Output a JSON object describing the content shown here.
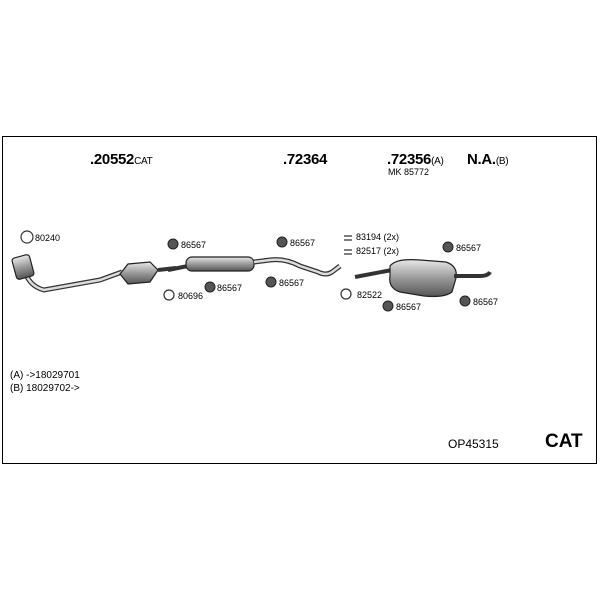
{
  "header_parts": {
    "p1": {
      "num": ".20552",
      "suffix": "CAT"
    },
    "p2": {
      "num": ".72364",
      "suffix": ""
    },
    "p3": {
      "num": ".72356",
      "suffix": "(A)"
    },
    "p3_sub": "MK  85772",
    "p4": {
      "num": "N.A.",
      "suffix": "(B)"
    }
  },
  "parts": {
    "p80240": "80240",
    "p86567_a": "86567",
    "p86567_b": "86567",
    "p86567_c": "86567",
    "p86567_d": "86567",
    "p86567_e": "86567",
    "p86567_f": "86567",
    "p86567_g": "86567",
    "p80696": "80696",
    "p83194": "83194 (2x)",
    "p82517": "82517 (2x)",
    "p82522": "82522"
  },
  "notes": {
    "a": "(A) ->18029701",
    "b": "(B) 18029702->"
  },
  "footer": {
    "code": "OP45315",
    "cat": "CAT"
  }
}
